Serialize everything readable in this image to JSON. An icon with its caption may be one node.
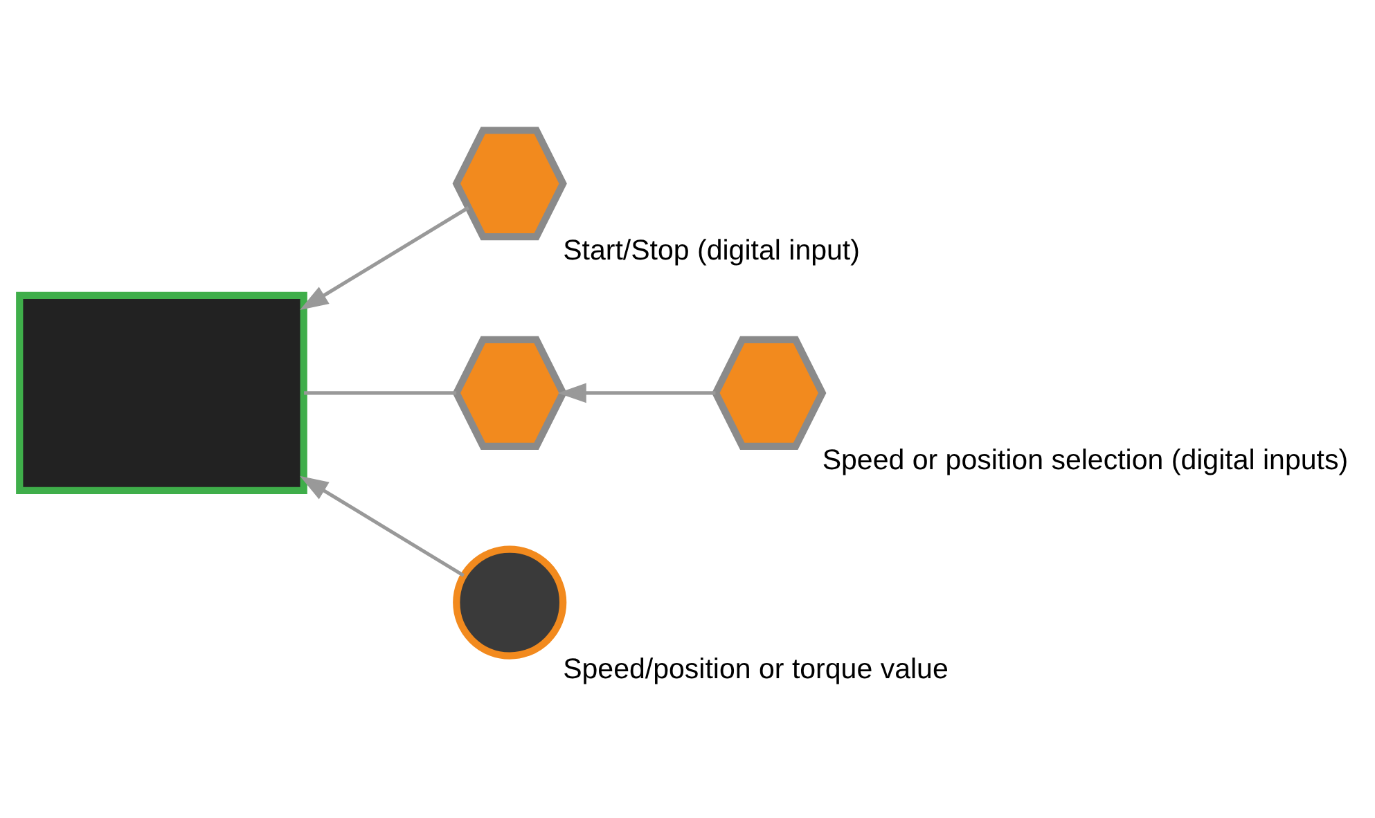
{
  "diagram": {
    "nodes": [
      {
        "text": [],
        "shape": "box"
      },
      {
        "text": [],
        "shape": "hexagon",
        "beside": [
          "Start/Stop (digital input)"
        ]
      },
      {
        "text": [],
        "shape": "hexagon"
      },
      {
        "text": [],
        "shape": "hexagon",
        "beside": [
          "Speed or position selection (digital inputs)"
        ]
      },
      {
        "text": [],
        "shape": "circle",
        "beside": [
          "Speed/position or torque value"
        ]
      }
    ],
    "edges": [
      {
        "from": 1,
        "to": 0,
        "arrow": "to"
      },
      {
        "from": 2,
        "to": 0,
        "arrow": "none"
      },
      {
        "from": 3,
        "to": 2,
        "arrow": "to"
      },
      {
        "from": 4,
        "to": 0,
        "arrow": "to"
      }
    ]
  }
}
